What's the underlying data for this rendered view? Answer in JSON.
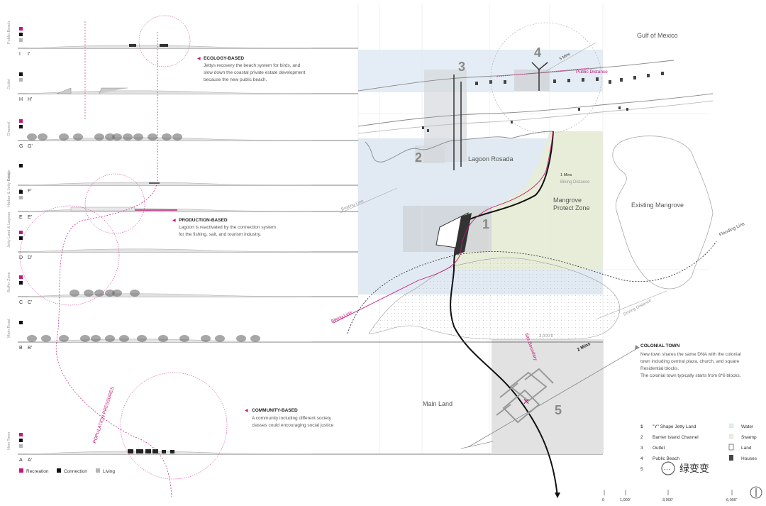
{
  "section_rows": [
    {
      "label": "Public Beach",
      "left": "I",
      "right": "I'"
    },
    {
      "label": "Outlet",
      "left": "H",
      "right": "H'"
    },
    {
      "label": "Channel",
      "left": "G",
      "right": "G'"
    },
    {
      "label": "Bridge",
      "left": "F",
      "right": "F'"
    },
    {
      "label": "Harbor & Jetty Land",
      "left": "E",
      "right": "E'"
    },
    {
      "label": "Jetty Land & Lagoon",
      "left": "D",
      "right": "D'"
    },
    {
      "label": "Buffer Zone",
      "left": "C",
      "right": "C'"
    },
    {
      "label": "Main Road",
      "left": "B",
      "right": "B'"
    },
    {
      "label": "New Town",
      "left": "A",
      "right": "A'"
    }
  ],
  "notes": {
    "ecology": {
      "title": "ECOLOGY-BASED",
      "lines": [
        "Jettys recovery the beach system for birds, and",
        "slow down the coastal private estate development",
        "because the new  public beach."
      ]
    },
    "production": {
      "title": "PRODUCTION-BASED",
      "lines": [
        "Lagoon is reactivated by the connection system",
        "for the fishing, salt, and tourism industry."
      ]
    },
    "community": {
      "title": "COMMUNITY-BASED",
      "lines": [
        "A community including different society",
        "classes could encouraging social justice"
      ]
    },
    "colonial": {
      "title": "COLONIAL TOWN",
      "lines": [
        "New town shares the same DNA with the colonial",
        "town including central plaza, church, and square",
        "Residential blocks.",
        "The colonial town typically starts from 6*6 blocks."
      ]
    }
  },
  "path_label": "POPULATION PRESSURES",
  "map_labels": {
    "gulf": "Gulf of Mexico",
    "lagoon": "Lagoon Rosada",
    "mangrove_protect_1": "Mangrove",
    "mangrove_protect_2": "Protect Zone",
    "existing_mangrove": "Existing Mangrove",
    "main_land": "Main Land",
    "flooding_line": "Flooding Line",
    "driving_distance": "Driving Distance",
    "boating_line": "Boating Line",
    "biking_line": "Biking Line",
    "public_distance": "Public Distance",
    "biking_distance": "Biking Distance",
    "site_boundary": "Site Boundary",
    "mins_5": "5 Mins",
    "mins_1": "1 Mins",
    "mins_2": "2 Mins",
    "distance_small": "3,000 ft"
  },
  "zones": [
    "1",
    "2",
    "3",
    "4",
    "5"
  ],
  "legend_numbered": [
    {
      "num": "1",
      "label": "\"Y\" Shape Jetty Land"
    },
    {
      "num": "2",
      "label": "Barrier Island Channel"
    },
    {
      "num": "3",
      "label": "Outlet"
    },
    {
      "num": "4",
      "label": "Public Beach"
    },
    {
      "num": "5",
      "label": ""
    }
  ],
  "legend_types": [
    {
      "label": "Water",
      "color": "#e3ecf3"
    },
    {
      "label": "Swamp",
      "color": "#e9eedd"
    },
    {
      "label": "Land",
      "color": "#ffffff"
    },
    {
      "label": "Houses",
      "color": "#444444"
    }
  ],
  "bottom_legend": [
    {
      "label": "Recreation",
      "color": "#c2187a"
    },
    {
      "label": "Connection",
      "color": "#111111"
    },
    {
      "label": "Living",
      "color": "#b5b5b5"
    }
  ],
  "scale": [
    "0",
    "1,000'",
    "3,000'",
    "6,000'"
  ],
  "watermark": "绿变变",
  "colors": {
    "pink": "#c2187a",
    "water": "#dde8f2",
    "swamp": "#e6ecd6",
    "gray": "#e3e3e3"
  }
}
